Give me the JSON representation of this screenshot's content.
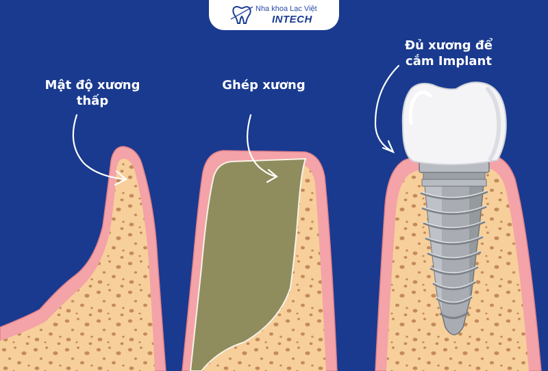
{
  "brand": {
    "name": "Nha khoa Lạc Việt",
    "sub": "INTECH",
    "logo_icon": "tooth-logo-icon"
  },
  "panels": [
    {
      "label": "Mật độ xương thấp"
    },
    {
      "label": "Ghép xương"
    },
    {
      "label": "Đủ xương để cắm Implant"
    }
  ],
  "colors": {
    "background": "#1a3a8f",
    "gum": "#f4a3a8",
    "gum_edge": "#e07f88",
    "bone": "#f7cf9a",
    "bone_spots": "#c48a5c",
    "graft": "#8f8d5d",
    "crown": "#f4f4f6",
    "implant_metal": "#a9adb3"
  }
}
